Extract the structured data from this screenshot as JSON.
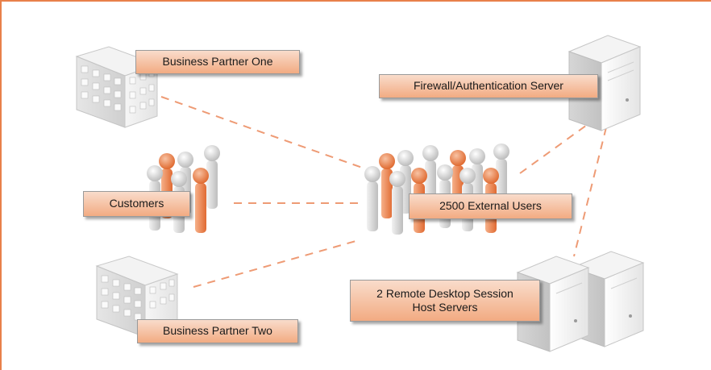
{
  "colors": {
    "accent": "#e8804a",
    "connector": "#ee9b75",
    "label_fill_top": "#f9dccb",
    "label_fill_bottom": "#f2ab82"
  },
  "nodes": {
    "business_partner_one": {
      "label": "Business Partner One",
      "icon": "office-building-icon"
    },
    "firewall_server": {
      "label": "Firewall/Authentication Server",
      "icon": "server-tower-icon"
    },
    "customers": {
      "label": "Customers",
      "icon": "people-group-icon"
    },
    "external_users": {
      "label": "2500 External Users",
      "icon": "people-group-icon"
    },
    "business_partner_two": {
      "label": "Business Partner Two",
      "icon": "office-building-icon"
    },
    "rdsh_servers": {
      "label_line1": "2 Remote Desktop Session",
      "label_line2": "Host Servers",
      "icon": "server-tower-icon"
    }
  }
}
